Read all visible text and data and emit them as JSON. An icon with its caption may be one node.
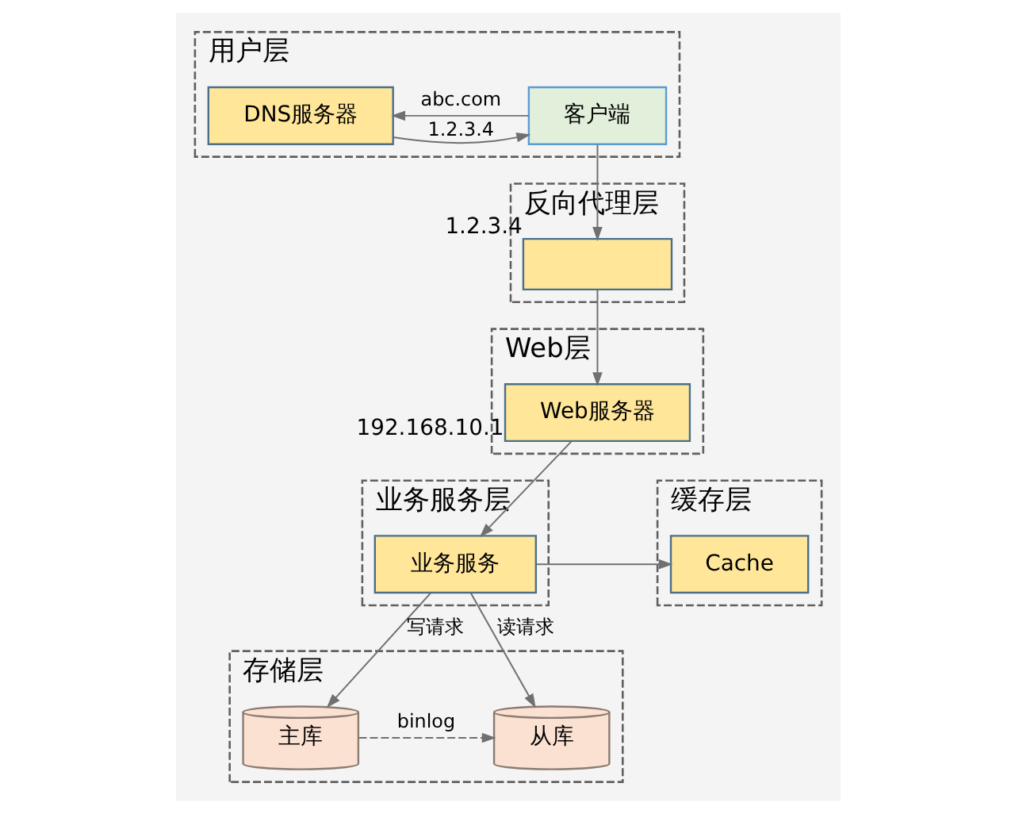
{
  "diagram": {
    "nodes": [
      {
        "text": [
          "用户层"
        ]
      },
      {
        "text": [
          "客户端"
        ],
        "in": 0
      },
      {
        "text": [
          "DNS服务器"
        ],
        "in": 0
      },
      {
        "text": [
          "反向代理层"
        ]
      },
      {
        "text": [],
        "shape": "box",
        "in": 3,
        "beside": [
          "1.2.3.4"
        ]
      },
      {
        "text": [
          "Web层"
        ]
      },
      {
        "text": [
          "Web服务器"
        ],
        "in": 5,
        "beside": [
          "192.168.10.1"
        ]
      },
      {
        "text": [
          "业务服务层"
        ]
      },
      {
        "text": [
          "业务服务"
        ],
        "in": 7
      },
      {
        "text": [
          "缓存层"
        ]
      },
      {
        "text": [
          "Cache"
        ],
        "in": 9
      },
      {
        "text": [
          "存储层"
        ]
      },
      {
        "text": [
          "主库"
        ],
        "in": 11
      },
      {
        "text": [
          "从库"
        ],
        "in": 11
      }
    ],
    "edges": [
      {
        "from": 1,
        "to": 2,
        "arrow": "to",
        "label": "abc.com"
      },
      {
        "from": 2,
        "to": 1,
        "arrow": "to",
        "label": "1.2.3.4"
      },
      {
        "from": 1,
        "to": 4,
        "arrow": "to"
      },
      {
        "from": 4,
        "to": 6,
        "arrow": "to"
      },
      {
        "from": 6,
        "to": 8,
        "arrow": "to"
      },
      {
        "from": 8,
        "to": 10,
        "arrow": "to"
      },
      {
        "from": 8,
        "to": 12,
        "arrow": "to",
        "label": "写请求"
      },
      {
        "from": 8,
        "to": 13,
        "arrow": "to",
        "label": "读请求"
      },
      {
        "from": 12,
        "to": 13,
        "arrow": "to",
        "label": "binlog",
        "style": "dashed"
      }
    ]
  }
}
